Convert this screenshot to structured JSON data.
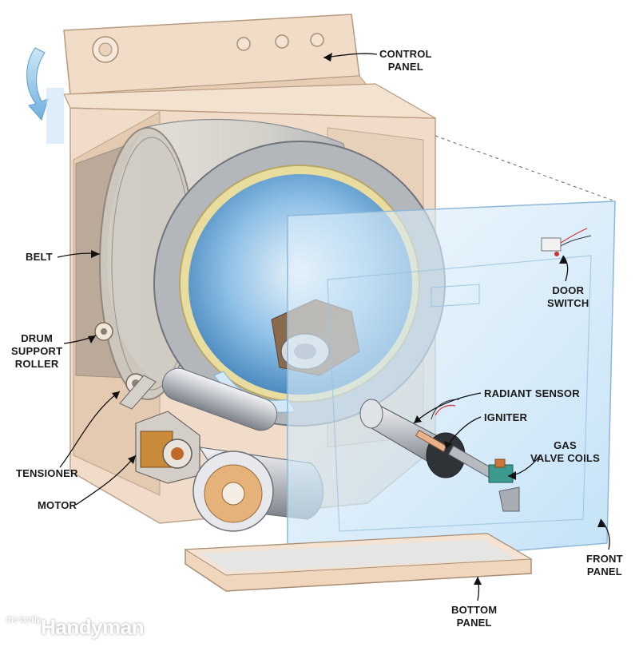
{
  "labels": {
    "control_panel": [
      "CONTROL",
      "PANEL"
    ],
    "belt": "BELT",
    "drum_support_roller": [
      "DRUM",
      "SUPPORT",
      "ROLLER"
    ],
    "tensioner": "TENSIONER",
    "motor": "MOTOR",
    "door_switch": [
      "DOOR",
      "SWITCH"
    ],
    "radiant_sensor": "RADIANT SENSOR",
    "igniter": "IGNITER",
    "gas_valve_coils": [
      "GAS",
      "VALVE COILS"
    ],
    "front_panel": [
      "FRONT",
      "PANEL"
    ],
    "bottom_panel": [
      "BOTTOM",
      "PANEL"
    ]
  },
  "watermark": {
    "prefix": "the family",
    "name": "Handyman"
  },
  "colors": {
    "cabinet": "#efd9c3",
    "cabinet_edge": "#b89a80",
    "drum_steel": "#c3c6cb",
    "drum_interior": "#6fa7d6",
    "front_glass": "#cfe6f8",
    "brass_ring": "#e6d79c"
  }
}
